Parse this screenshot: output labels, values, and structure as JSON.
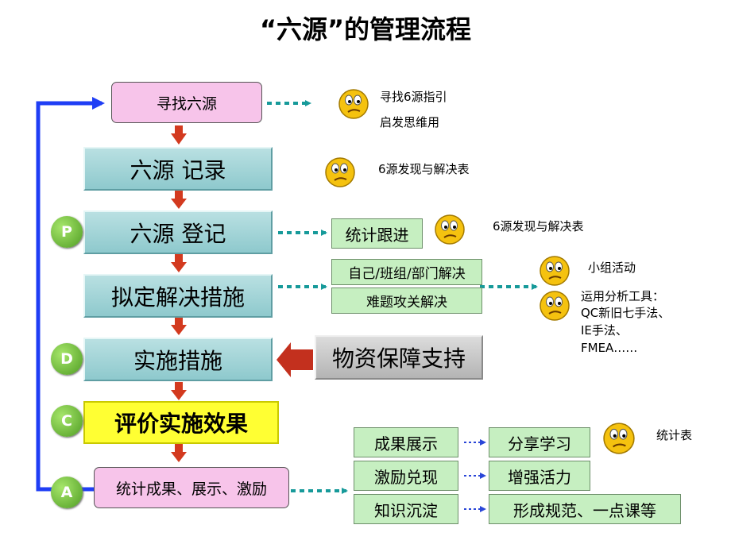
{
  "title": "“六源”的管理流程",
  "steps": {
    "find": "寻找六源",
    "record": "六源 记录",
    "register": "六源 登记",
    "plan": "拟定解决措施",
    "implement": "实施措施",
    "evaluate": "评价实施效果",
    "stats": "统计成果、展示、激励"
  },
  "pdca": {
    "p": "P",
    "d": "D",
    "c": "C",
    "a": "A"
  },
  "side_boxes": {
    "follow_up": "统计跟进",
    "self_solve": "自己/班组/部门解决",
    "hard_problem": "难题攻关解决",
    "supplies": "物资保障支持"
  },
  "outcomes": [
    {
      "left": "成果展示",
      "right": "分享学习"
    },
    {
      "left": "激励兑现",
      "right": "增强活力"
    },
    {
      "left": "知识沉淀",
      "right": "形成规范、一点课等"
    }
  ],
  "notes": {
    "find_guide": "寻找6源指引",
    "inspire": "启发思维用",
    "record_table": "6源发现与解决表",
    "register_table": "6源发现与解决表",
    "group": "小组活动",
    "tools_1": "运用分析工具：",
    "tools_2": "QC新旧七手法、",
    "tools_3": "IE手法、",
    "tools_4": "FMEA……",
    "stat_table": "统计表"
  },
  "colors": {
    "loop_arrow": "#1f3ef5",
    "step_arrow": "#d33a1f",
    "dotted_arrow": "#179a9a",
    "teal_box": "#a7d8dc",
    "pink_box": "#f7c4ea",
    "yellow_box": "#ffff33",
    "green_box": "#c6efc1",
    "circle": "#6cbf3a"
  },
  "icons": [
    "confused-face-icon"
  ]
}
